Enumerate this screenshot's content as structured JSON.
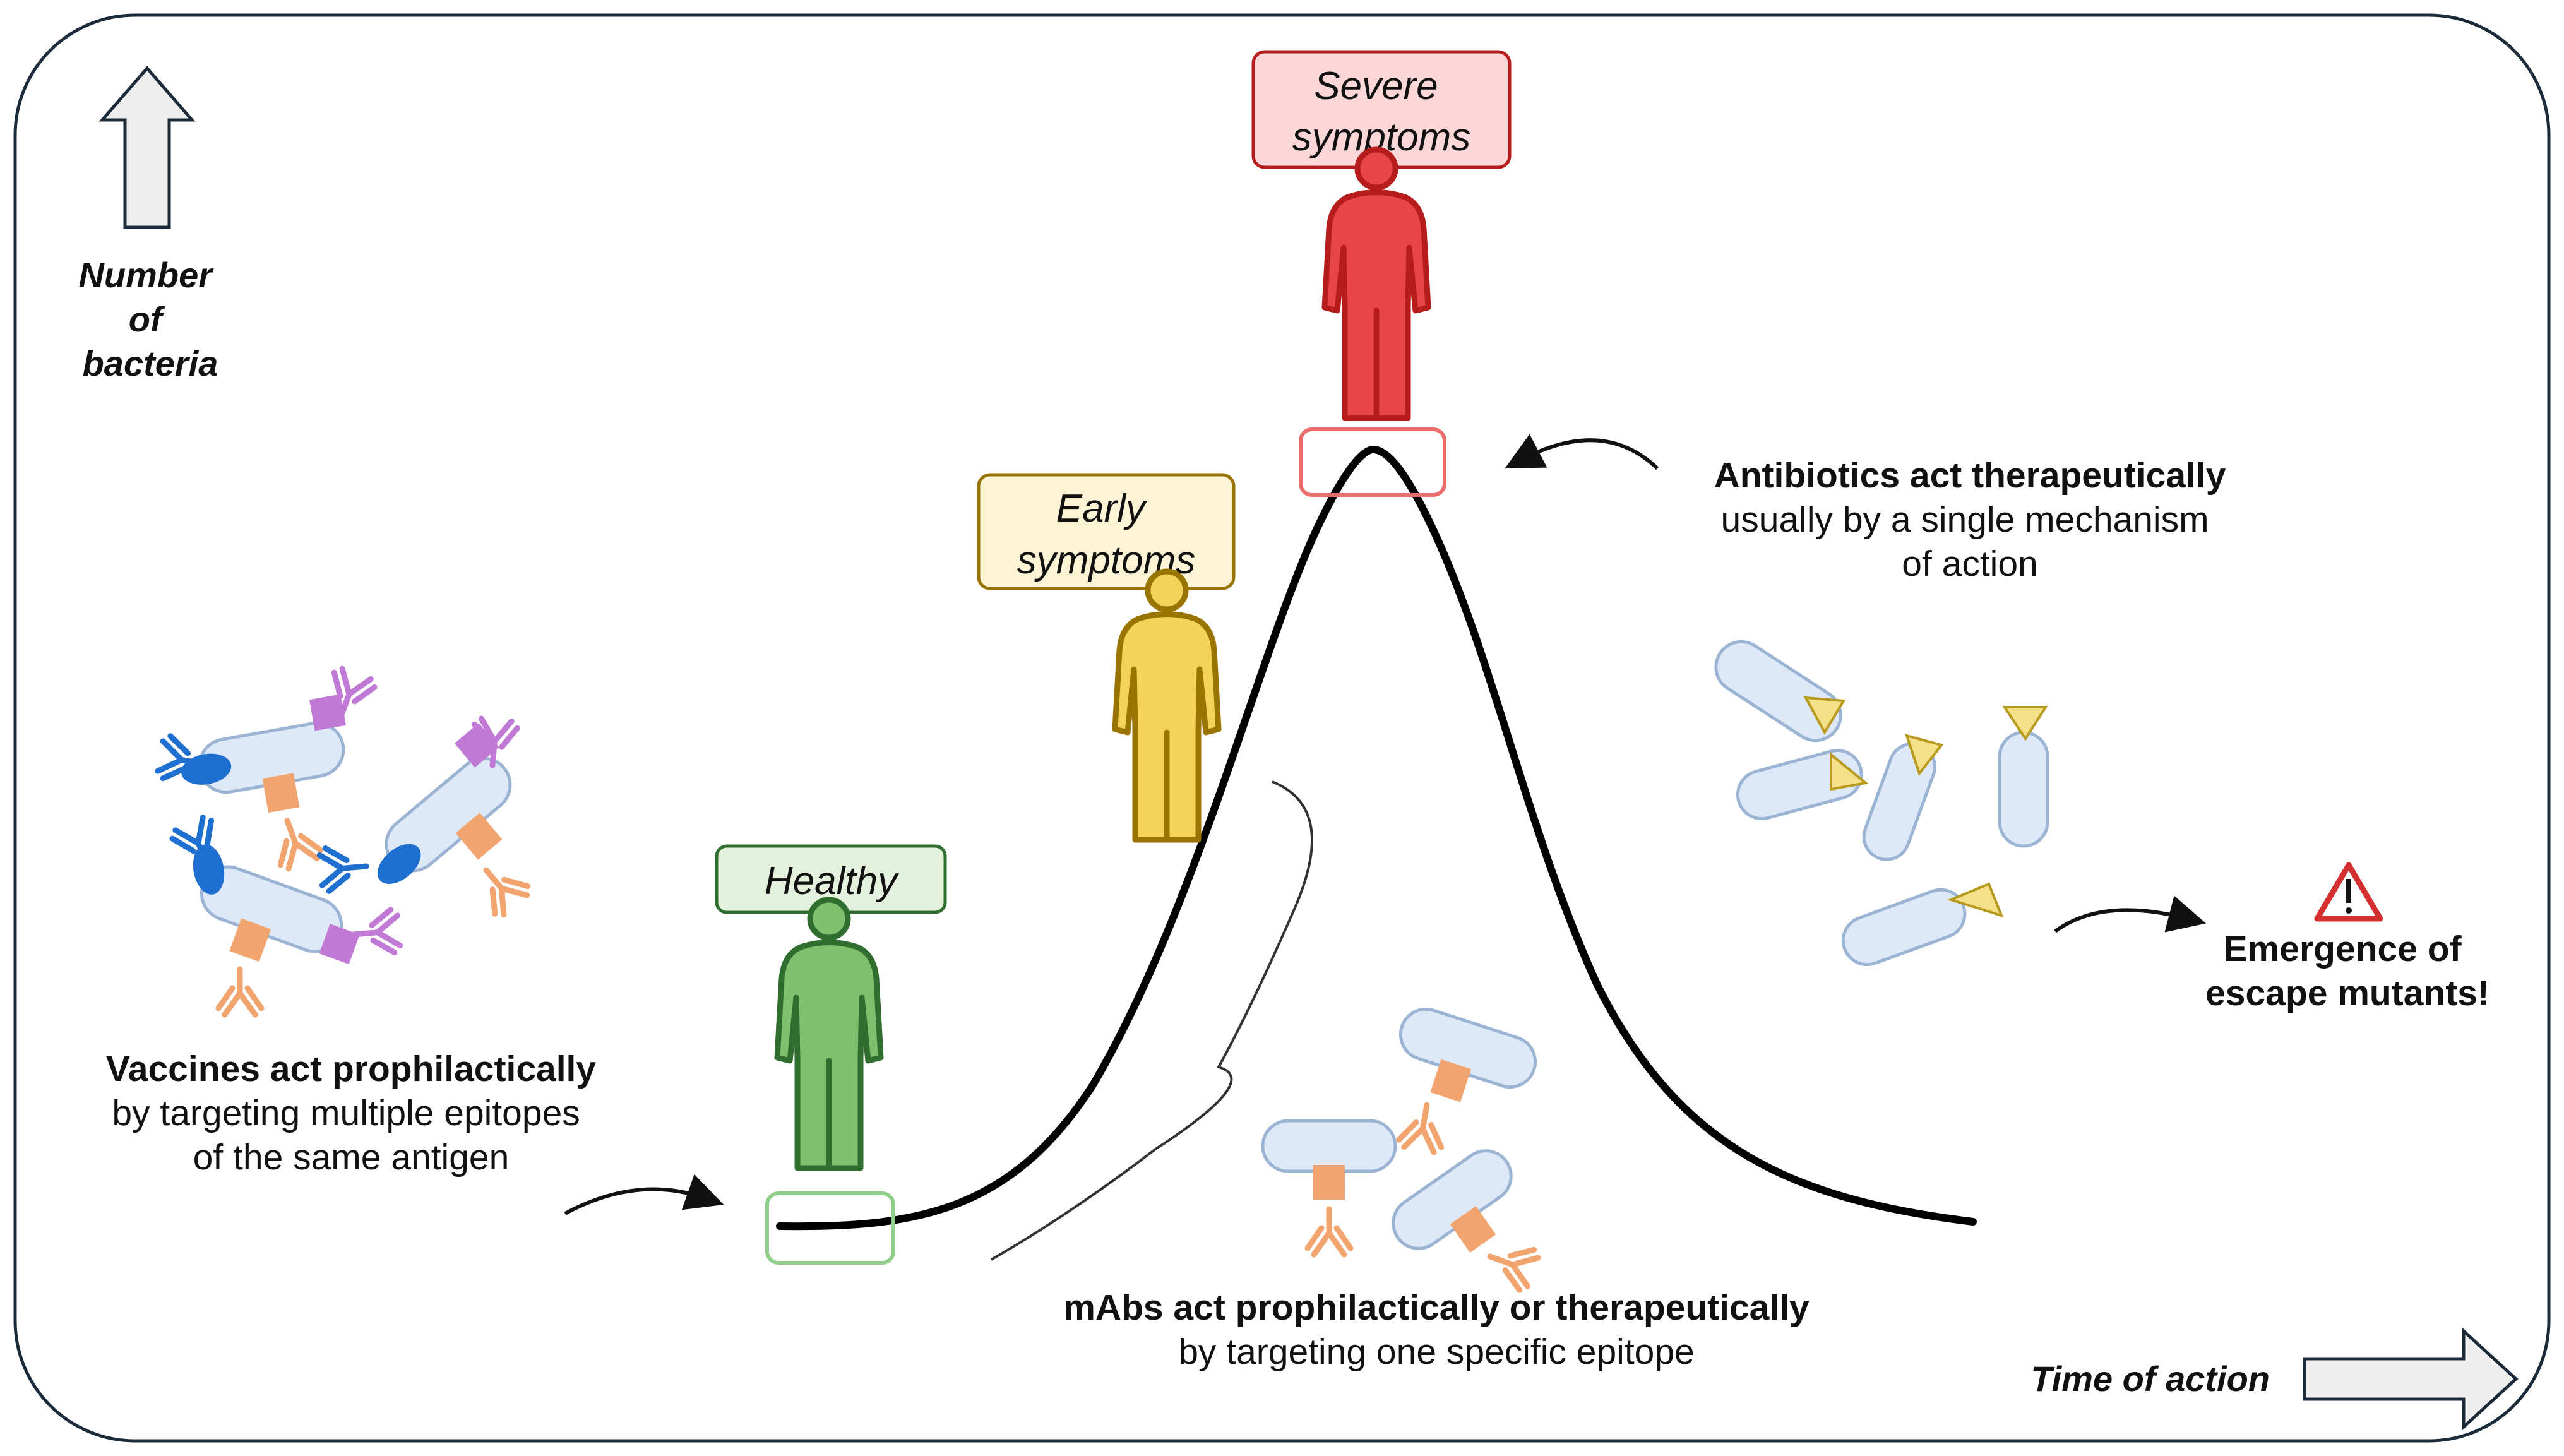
{
  "axis": {
    "y_label": [
      "Number",
      "of",
      "bacteria"
    ],
    "x_label": "Time of action"
  },
  "stages": {
    "healthy": {
      "label": "Healthy",
      "color": "#5aa55a",
      "fill": "#e3f1dd",
      "dark": "#2f6e2f"
    },
    "early": {
      "label": [
        "Early",
        "symptoms"
      ],
      "color": "#f2c94c",
      "fill": "#fdf4d6",
      "dark": "#9a7400"
    },
    "severe": {
      "label": [
        "Severe",
        "symptoms"
      ],
      "color": "#e84646",
      "fill": "#fbd7d7",
      "dark": "#b71c1c"
    }
  },
  "vaccines": {
    "heading": "Vaccines act prophilactically",
    "body": [
      "by targeting multiple epitopes",
      "of the same antigen"
    ]
  },
  "antibiotics": {
    "heading": "Antibiotics act therapeutically",
    "body": [
      "usually by a single mechanism",
      "of action"
    ]
  },
  "mabs": {
    "heading": "mAbs act prophilactically or therapeutically",
    "body": "by targeting one specific epitope"
  },
  "escape": {
    "lines": [
      "Emergence of",
      "escape mutants!"
    ],
    "icon": "warning-icon",
    "color": "#d32f2f"
  },
  "colors": {
    "bacterium_fill": "#dde9f8",
    "bacterium_stroke": "#9bb4d4",
    "antibody_blue": "#1f6fd1",
    "antibody_purple": "#c07ad6",
    "antibody_orange": "#f2a46e",
    "antibiotic_yellow": "#f5e08a",
    "arrow_fill": "#eeeeee",
    "frame": "#1c2b3a"
  }
}
